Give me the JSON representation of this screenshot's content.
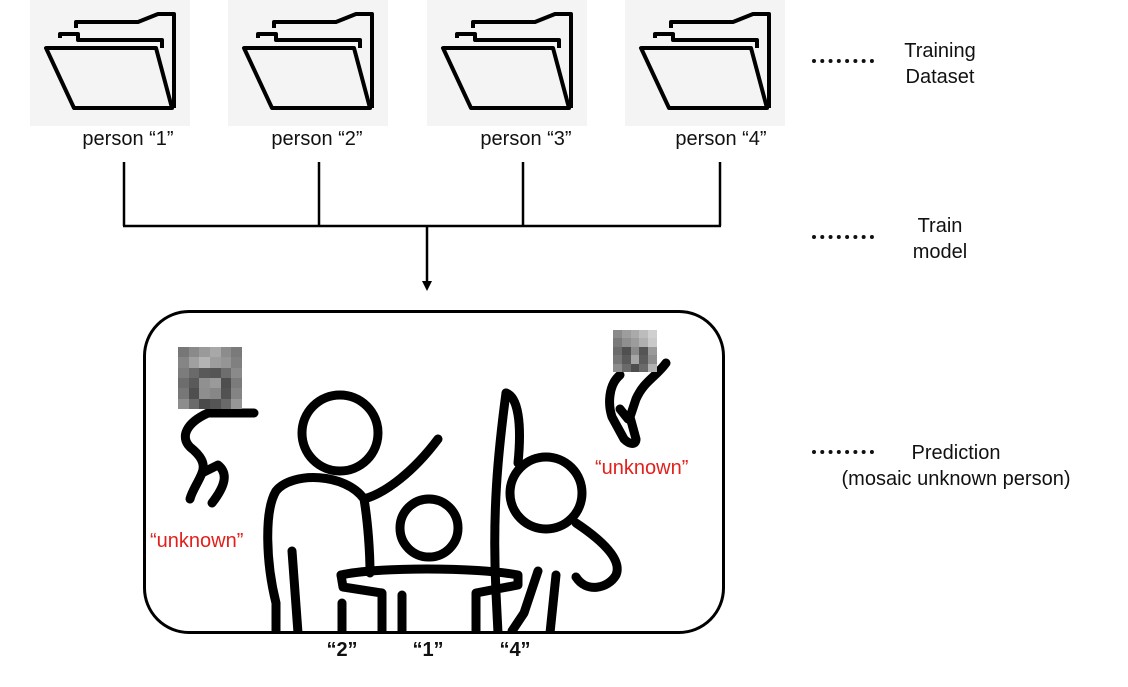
{
  "folders": [
    {
      "label": "person “1”"
    },
    {
      "label": "person “2”"
    },
    {
      "label": "person “3”"
    },
    {
      "label": "person “4”"
    }
  ],
  "legend": {
    "training": {
      "line1": "Training",
      "line2": "Dataset"
    },
    "train_model": {
      "line1": "Train",
      "line2": "model"
    },
    "prediction": {
      "line1": "Prediction",
      "line2": "(mosaic unknown person)"
    }
  },
  "prediction_scene": {
    "unknown_left": "“unknown”",
    "unknown_right": "“unknown”",
    "identified": [
      "“2”",
      "“1”",
      "“4”"
    ]
  },
  "colors": {
    "unknown_text": "#e3201b",
    "tile_background": "#f4f4f4"
  },
  "icons": [
    "folder-icon",
    "mosaic-face",
    "person-figure"
  ]
}
